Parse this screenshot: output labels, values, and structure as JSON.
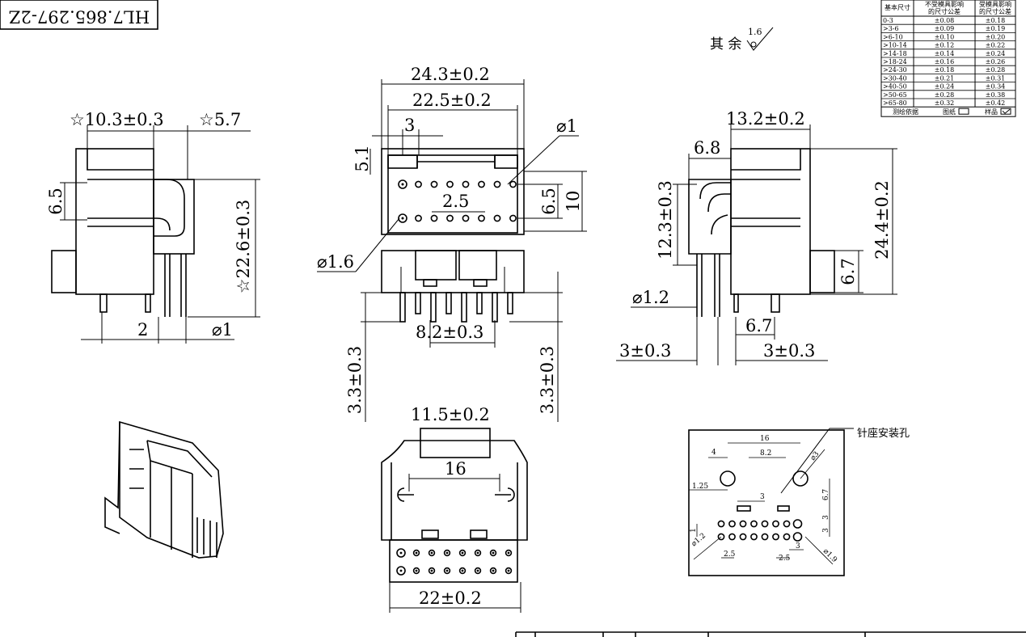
{
  "title_block": {
    "part_number": "HL7.865.297-2Z"
  },
  "roughness": {
    "label": "其 余",
    "value": "1.6"
  },
  "tolerance_table": {
    "headers": [
      "基本尺寸",
      "不受模具影响的尺寸公差",
      "受模具影响的尺寸公差"
    ],
    "rows": [
      [
        "0-3",
        "±0.08",
        "±0.18"
      ],
      [
        ">3-6",
        "±0.09",
        "±0.19"
      ],
      [
        ">6-10",
        "±0.10",
        "±0.20"
      ],
      [
        ">10-14",
        "±0.12",
        "±0.22"
      ],
      [
        ">14-18",
        "±0.14",
        "±0.24"
      ],
      [
        ">18-24",
        "±0.16",
        "±0.26"
      ],
      [
        ">24-30",
        "±0.18",
        "±0.28"
      ],
      [
        ">30-40",
        "±0.21",
        "±0.31"
      ],
      [
        ">40-50",
        "±0.24",
        "±0.34"
      ],
      [
        ">50-65",
        "±0.28",
        "±0.38"
      ],
      [
        ">65-80",
        "±0.32",
        "±0.42"
      ]
    ],
    "footer": {
      "basis": "测绘依据",
      "drawing": "图纸",
      "sample": "样品"
    }
  },
  "left_view": {
    "w_top": "☆10.3±0.3",
    "w_right": "☆5.7",
    "h_inner": "6.5",
    "h_total": "☆22.6±0.3",
    "pitch": "2",
    "pin_dia": "⌀1"
  },
  "front_view": {
    "w_outer": "24.3±0.2",
    "w_inner": "22.5±0.2",
    "pitch3": "3",
    "h_5_1": "5.1",
    "dia1": "⌀1",
    "pitch25": "2.5",
    "h_6_5": "6.5",
    "h_10": "10",
    "dia16": "⌀1.6",
    "w_8_2": "8.2±0.3",
    "h_left": "3.3±0.3",
    "h_right": "3.3±0.3"
  },
  "right_view": {
    "w_top": "13.2±0.2",
    "w_6_8": "6.8",
    "h_12_3": "12.3±0.3",
    "h_24_4": "24.4±0.2",
    "h_6_7": "6.7",
    "dia12": "⌀1.2",
    "w_6_7": "6.7",
    "pitch_left": "3±0.3",
    "pitch_right": "3±0.3"
  },
  "bottom_view": {
    "w_top": "11.5±0.2",
    "w_16": "16",
    "w_bottom": "22±0.2"
  },
  "pcb_layout": {
    "title": "针座安装孔",
    "d16": "16",
    "d8_2": "8.2",
    "d4": "4",
    "d1_25": "1.25",
    "d3a": "3",
    "d6_7": "6.7",
    "d3b": "3",
    "d3c": "3",
    "d1": "1",
    "d2_5a": "2.5",
    "d2_5b": "2.5",
    "d3d": "3",
    "dia12": "⌀1.2",
    "dia19": "⌀1.9",
    "dia3": "⌀3"
  }
}
